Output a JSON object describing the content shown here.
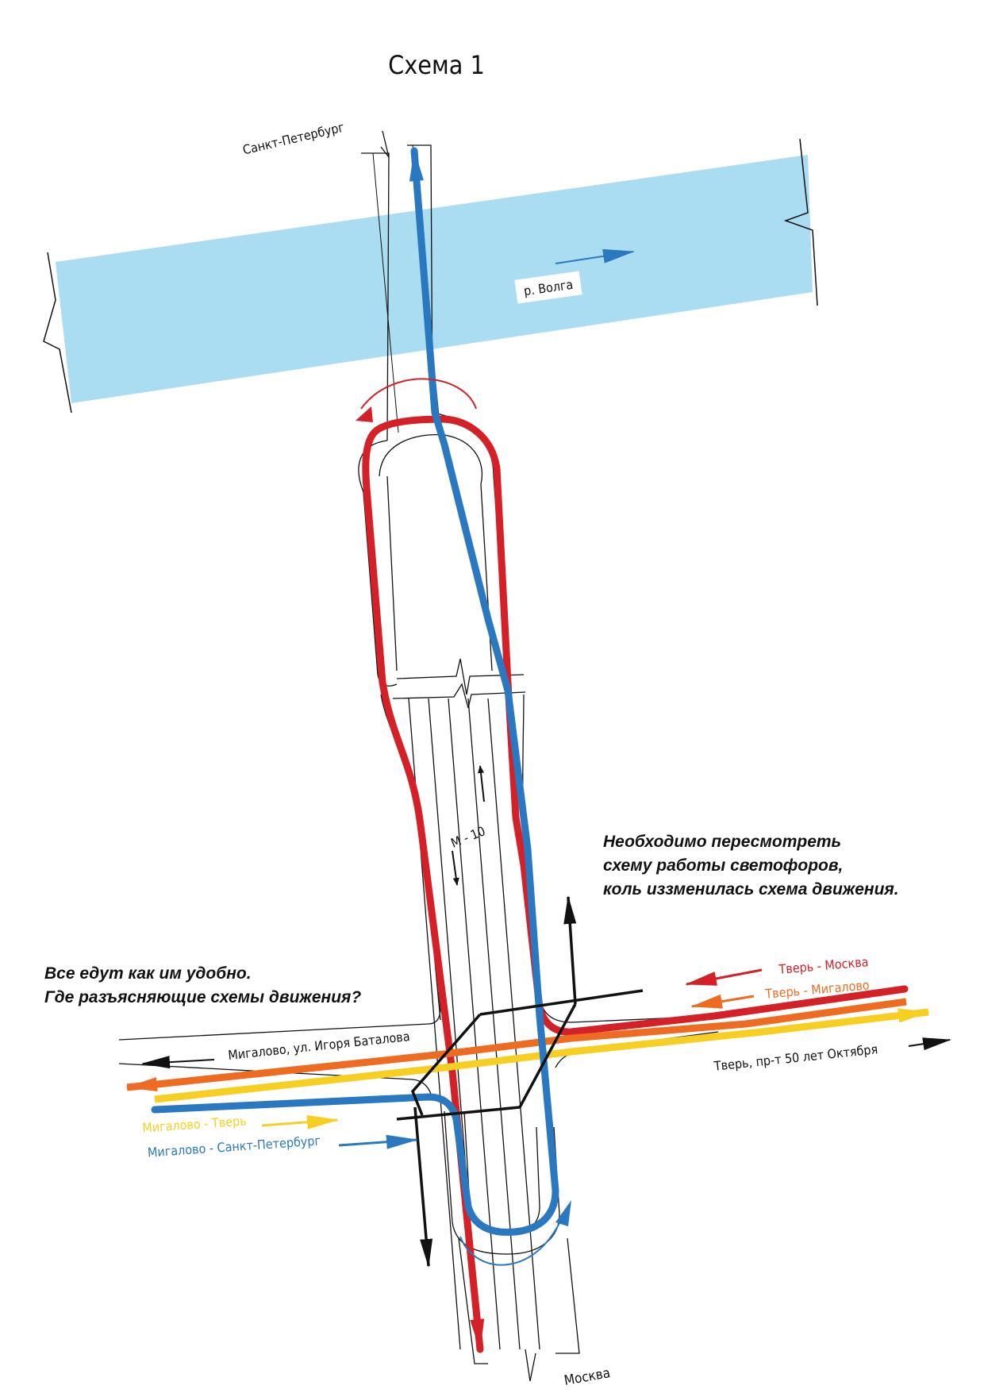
{
  "title": "Схема 1",
  "labels": {
    "spb": "Санкт-Петербург",
    "river": "р. Волга",
    "moscow": "Москва",
    "m10": "М - 10",
    "migalovo_st": "Мигалово, ул. Игоря Баталова",
    "tver_pr": "Тверь, пр-т 50 лет Октября"
  },
  "legend": {
    "tver_moscow": "Тверь - Москва",
    "tver_migalovo": "Тверь - Мигалово",
    "migalovo_tver": "Мигалово - Тверь",
    "migalovo_spb": "Мигалово - Санкт-Петербург"
  },
  "notes": {
    "right": [
      "Необходимо пересмотреть",
      "схему работы светофоров,",
      "коль иззменилась схема движения."
    ],
    "left": [
      "Все едут как им удобно.",
      "Где разъясняющие схемы движения?"
    ]
  },
  "colors": {
    "river": "#aadcf2",
    "red": "#d42027",
    "orange": "#ee6c22",
    "yellow": "#f7cf23",
    "blue": "#2a79c0",
    "black": "#111111"
  }
}
